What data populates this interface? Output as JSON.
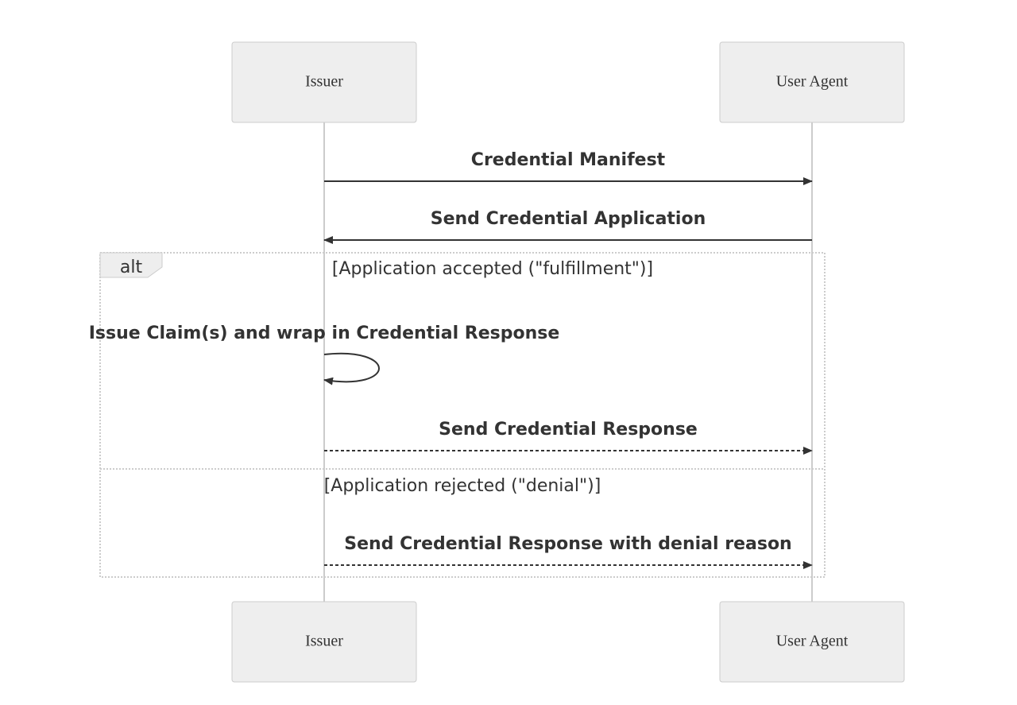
{
  "actors": {
    "issuer": "Issuer",
    "user_agent": "User Agent"
  },
  "messages": {
    "credential_manifest": "Credential Manifest",
    "send_application": "Send Credential Application",
    "issue_claims": "Issue Claim(s) and wrap in Credential Response",
    "send_response": "Send Credential Response",
    "send_denial": "Send Credential Response with denial reason"
  },
  "alt": {
    "label": "alt",
    "guard_accepted": "[Application accepted (\"fulfillment\")]",
    "guard_rejected": "[Application rejected (\"denial\")]"
  }
}
